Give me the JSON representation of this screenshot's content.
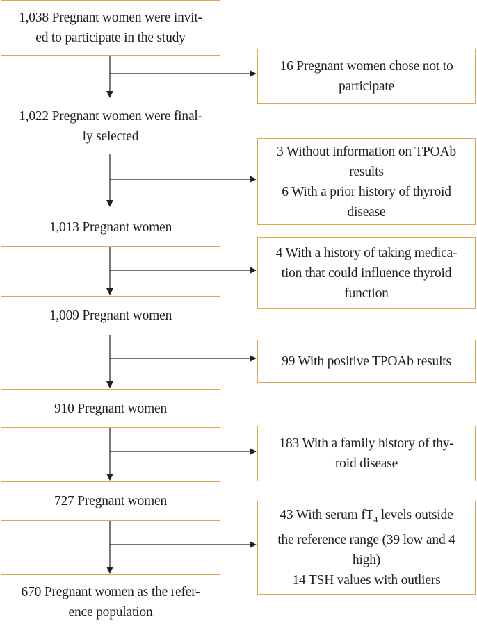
{
  "main_steps": [
    {
      "lines": [
        "1,038 Pregnant women were invit-",
        "ed to participate in the study"
      ]
    },
    {
      "lines": [
        "1,022 Pregnant women were final-",
        "ly selected"
      ]
    },
    {
      "lines": [
        "1,013 Pregnant women"
      ]
    },
    {
      "lines": [
        "1,009 Pregnant women"
      ]
    },
    {
      "lines": [
        "910 Pregnant women"
      ]
    },
    {
      "lines": [
        "727 Pregnant women"
      ]
    },
    {
      "lines": [
        "670 Pregnant women as the refer-",
        "ence population"
      ]
    }
  ],
  "exclusions": [
    {
      "lines": [
        "16 Pregnant women chose not to",
        "participate"
      ]
    },
    {
      "lines": [
        "3 Without information on TPOAb",
        "results",
        "6 With a prior history of thyroid",
        "disease"
      ]
    },
    {
      "lines": [
        "4 With a history of taking medica-",
        "tion that could influence thyroid",
        "function"
      ]
    },
    {
      "lines": [
        "99 With positive TPOAb results"
      ]
    },
    {
      "lines": [
        "183 With a family history of thy-",
        "roid disease"
      ]
    },
    {
      "lines": [
        "43 With serum fT4 levels outside",
        "the reference range (39 low and 4",
        "high)",
        "14 TSH values with outliers"
      ]
    }
  ],
  "colors": {
    "box_border": "#e8a44a",
    "arrow": "#231f20"
  }
}
